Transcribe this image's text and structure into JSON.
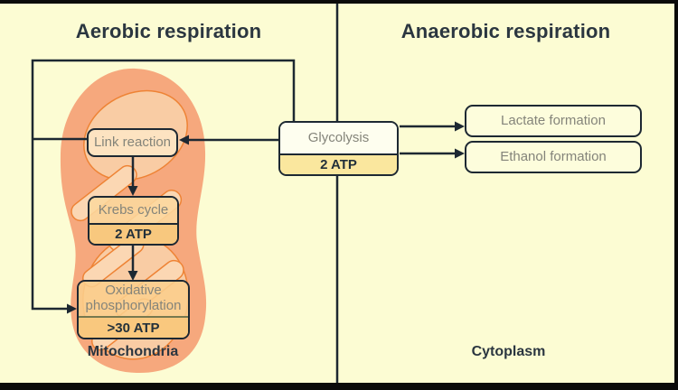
{
  "diagram": {
    "left_panel": {
      "title": "Aerobic respiration",
      "region_label": "Mitochondria"
    },
    "right_panel": {
      "title": "Anaerobic respiration",
      "region_label": "Cytoplasm"
    },
    "nodes": {
      "glycolysis": {
        "label": "Glycolysis",
        "atp": "2 ATP"
      },
      "link_reaction": {
        "label": "Link reaction"
      },
      "krebs_cycle": {
        "label": "Krebs cycle",
        "atp": "2 ATP"
      },
      "oxidative_phosphorylation": {
        "label": "Oxidative phosphorylation",
        "atp": ">30 ATP"
      },
      "lactate_formation": {
        "label": "Lactate formation"
      },
      "ethanol_formation": {
        "label": "Ethanol formation"
      }
    },
    "colors": {
      "background": "#FCFCD3",
      "frame": "#0A0A0A",
      "connector_line": "#1D2832",
      "title_text": "#2B3640",
      "muted_box_text": "#84847A",
      "atp_text": "#22303A",
      "glycolysis_fill": "#FEFEEF",
      "atp_yellow": "#FAE79E",
      "atp_orange": "#F8C87E",
      "mitochondria_body": "#F6A87D",
      "mitochondria_matrix": "#F9CCA4",
      "cristae_fill": "#FBD7B3",
      "cristae_outline": "#EE8335"
    }
  }
}
